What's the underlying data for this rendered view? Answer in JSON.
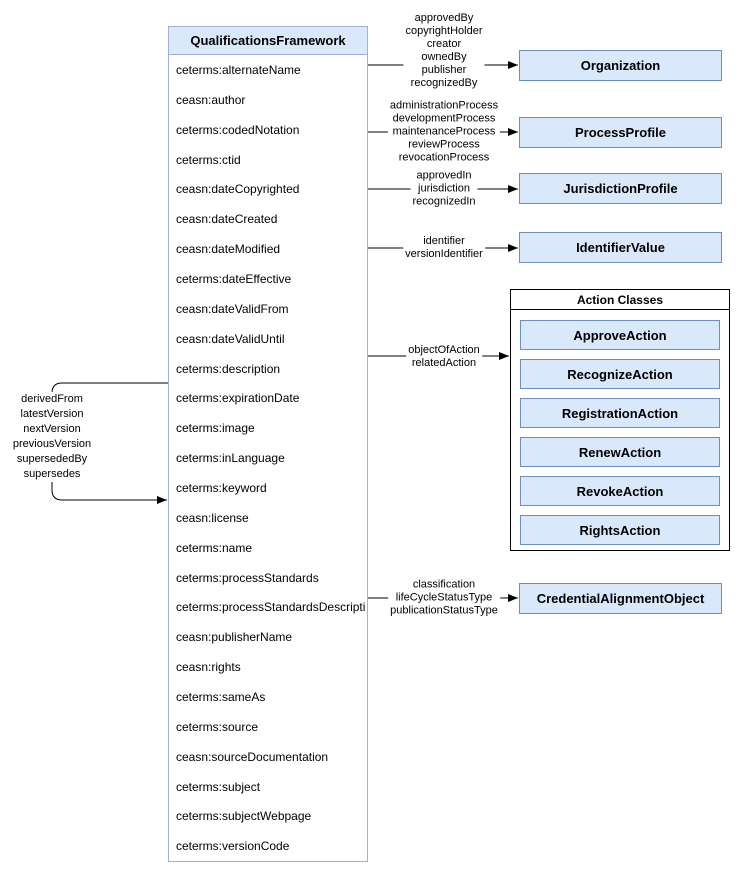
{
  "colors": {
    "node_fill": "#dae8fc",
    "node_border": "#6c8ebf",
    "main_border": "#9db3d6",
    "edge": "#000000"
  },
  "main_class": {
    "title": "QualificationsFramework",
    "properties": [
      "ceterms:alternateName",
      "ceasn:author",
      "ceterms:codedNotation",
      "ceterms:ctid",
      "ceasn:dateCopyrighted",
      "ceasn:dateCreated",
      "ceasn:dateModified",
      "ceterms:dateEffective",
      "ceasn:dateValidFrom",
      "ceasn:dateValidUntil",
      "ceterms:description",
      "ceterms:expirationDate",
      "ceterms:image",
      "ceterms:inLanguage",
      "ceterms:keyword",
      "ceasn:license",
      "ceterms:name",
      "ceterms:processStandards",
      "ceterms:processStandardsDescripti",
      "ceasn:publisherName",
      "ceasn:rights",
      "ceterms:sameAs",
      "ceterms:source",
      "ceasn:sourceDocumentation",
      "ceterms:subject",
      "ceterms:subjectWebpage",
      "ceterms:versionCode"
    ]
  },
  "nodes": {
    "organization": "Organization",
    "process_profile": "ProcessProfile",
    "jurisdiction_profile": "JurisdictionProfile",
    "identifier_value": "IdentifierValue",
    "credential_alignment": "CredentialAlignmentObject"
  },
  "action_classes": {
    "title": "Action Classes",
    "items": [
      "ApproveAction",
      "RecognizeAction",
      "RegistrationAction",
      "RenewAction",
      "RevokeAction",
      "RightsAction"
    ]
  },
  "edge_labels": {
    "organization": [
      "approvedBy",
      "copyrightHolder",
      "creator",
      "ownedBy",
      "publisher",
      "recognizedBy"
    ],
    "process_profile": [
      "administrationProcess",
      "developmentProcess",
      "maintenanceProcess",
      "reviewProcess",
      "revocationProcess"
    ],
    "jurisdiction_profile": [
      "approvedIn",
      "jurisdiction",
      "recognizedIn"
    ],
    "identifier_value": [
      "identifier",
      "versionIdentifier"
    ],
    "action_classes": [
      "objectOfAction",
      "relatedAction"
    ],
    "credential_alignment": [
      "classification",
      "lifeCycleStatusType",
      "publicationStatusType"
    ],
    "self_reference": [
      "derivedFrom",
      "latestVersion",
      "nextVersion",
      "previousVersion",
      "supersededBy",
      "supersedes"
    ]
  }
}
